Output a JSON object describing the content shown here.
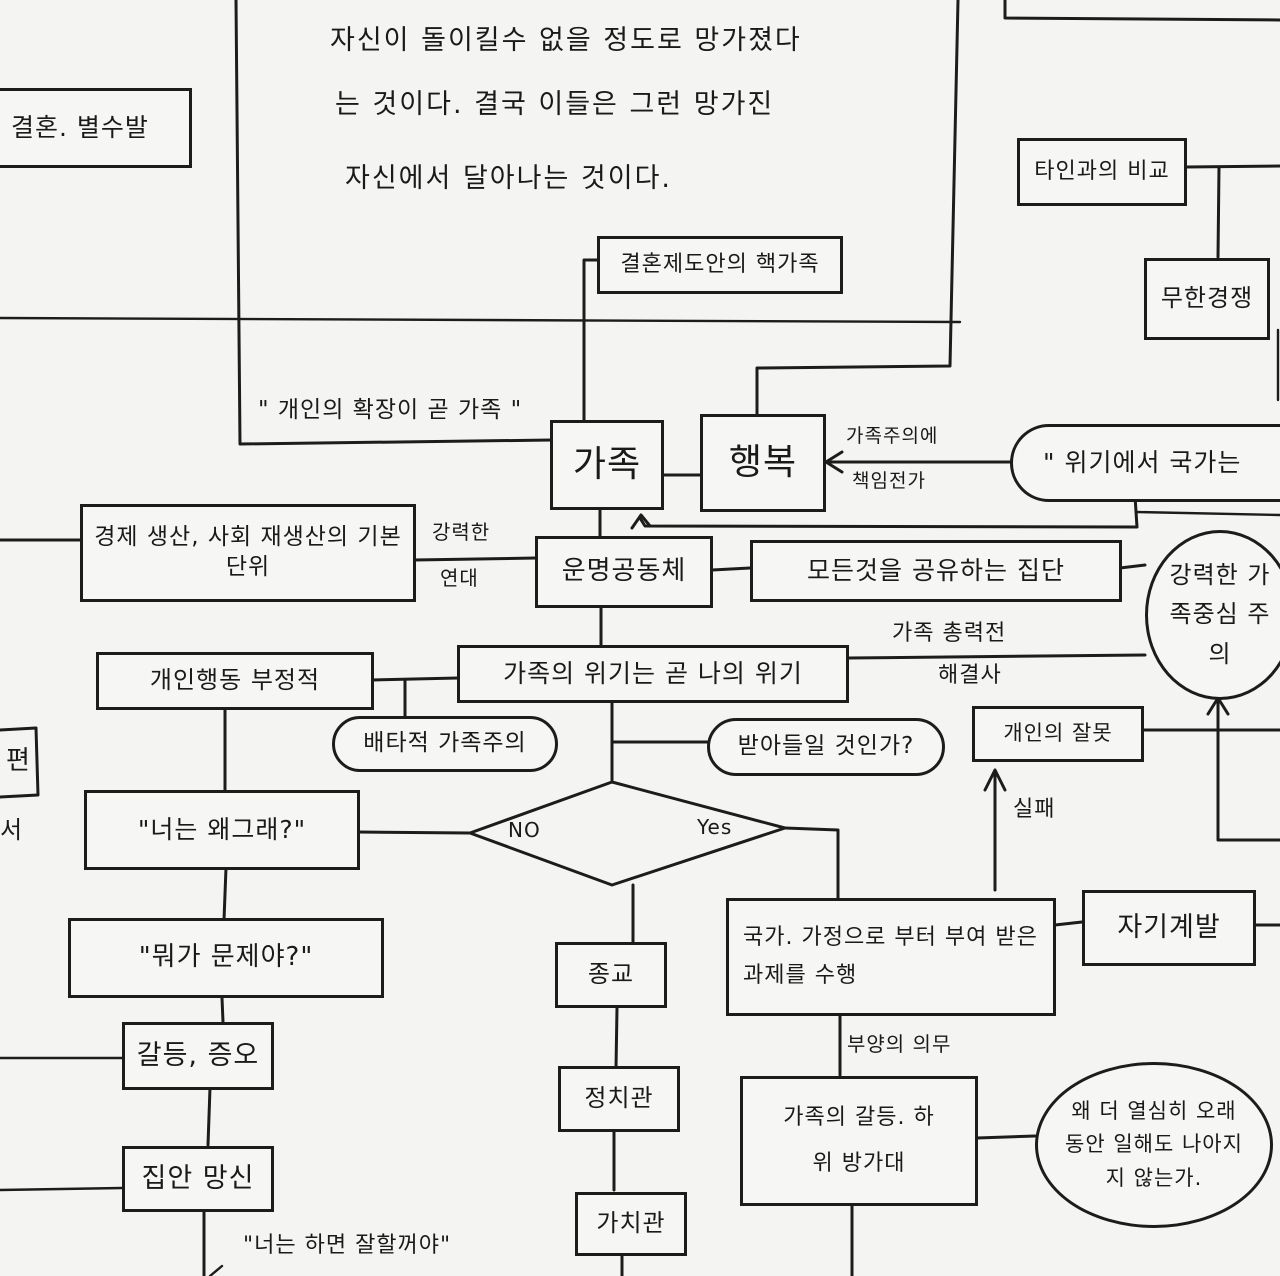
{
  "diagram": {
    "top_paragraph": {
      "line1": "자신이 돌이킬수 없을 정도로 망가졌다",
      "line2": "는 것이다. 결국 이들은 그런 망가진",
      "line3": "자신에서 달아나는 것이다."
    },
    "nodes": {
      "marriage_divorce": "결혼. 별수발",
      "compare_others": "타인과의 비교",
      "endless_competition": "무한경쟁",
      "nuclear_family": "결혼제도안의 핵가족",
      "family": "가족",
      "happiness": "행복",
      "economic_unit": "경제 생산, 사회 재생산의 기본 단위",
      "fate_community": "운명공동체",
      "share_everything": "모든것을 공유하는 집단",
      "strong_familism": "강력한 가족중심 주의",
      "personal_behavior": "개인행동 부정적",
      "family_crisis": "가족의 위기는 곧 나의 위기",
      "exclusive_familism": "배타적 가족주의",
      "accept_question": "받아들일 것인가?",
      "personal_fault": "개인의 잘못",
      "why_like_that": "\"너는 왜그래?\"",
      "whats_problem": "\"뭐가 문제야?\"",
      "religion": "종교",
      "politics": "정치관",
      "values": "가치관",
      "perform_tasks": "국가. 가정으로 부터 부여 받은 과제를 수행",
      "self_development": "자기계발",
      "conflict_hatred": "갈등, 증오",
      "family_disgrace": "집안 망신",
      "family_conflict": "가족의 갈등. 하위 방가대",
      "why_not_better": "왜 더 열심히 오래 동안 일해도 나아지지 않는가.",
      "left_edge_box": "편",
      "left_edge_text": "서"
    },
    "decision": {
      "no_label": "NO",
      "yes_label": "Yes"
    },
    "edge_labels": {
      "individual_extension": "\" 개인의 확장이 곧 가족 \"",
      "shift_blame_1": "가족주의에",
      "shift_blame_2": "책임전가",
      "crisis_quote": "\" 위기에서 국가는",
      "strong_solidarity_1": "강력한",
      "strong_solidarity_2": "연대",
      "family_total_war_1": "가족 총력전",
      "family_total_war_2": "해결사",
      "failure": "실패",
      "duty_support": "부양의 의무",
      "you_do_well": "\"너는 하면 잘할꺼야\""
    },
    "colors": {
      "paper": "#f4f4f2",
      "ink": "#1c1c1c"
    }
  }
}
